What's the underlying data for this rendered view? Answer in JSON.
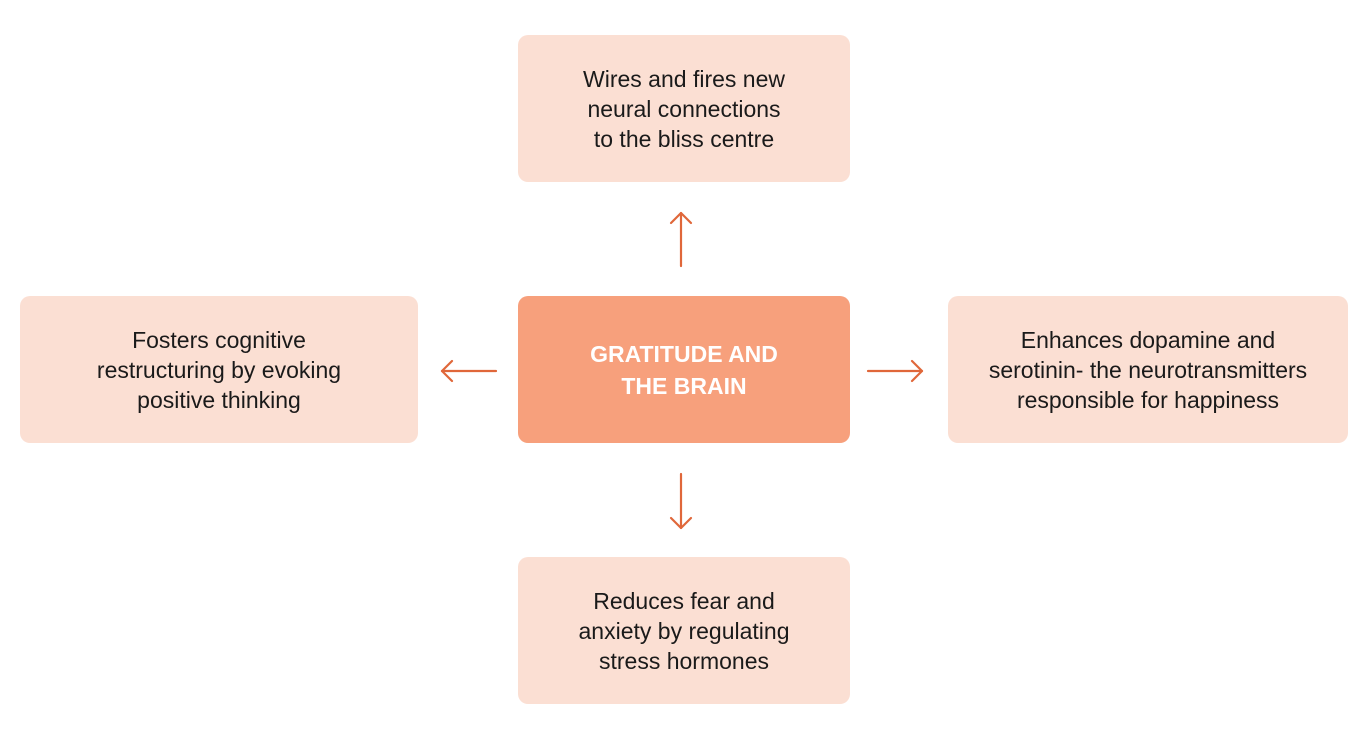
{
  "center": {
    "label": "GRATITUDE AND\nTHE BRAIN"
  },
  "nodes": {
    "top": {
      "label": "Wires and fires new\nneural connections\nto the bliss centre"
    },
    "left": {
      "label": "Fosters cognitive\nrestructuring by evoking\npositive thinking"
    },
    "right": {
      "label": "Enhances dopamine and\nserotinin- the neurotransmitters\nresponsible for happiness"
    },
    "bottom": {
      "label": "Reduces fear and\nanxiety by regulating\nstress hormones"
    }
  },
  "colors": {
    "center_fill": "#f7a07c",
    "node_fill": "#fbdfd3",
    "arrow": "#e0673a",
    "text": "#1a1a1a",
    "center_text": "#ffffff"
  }
}
